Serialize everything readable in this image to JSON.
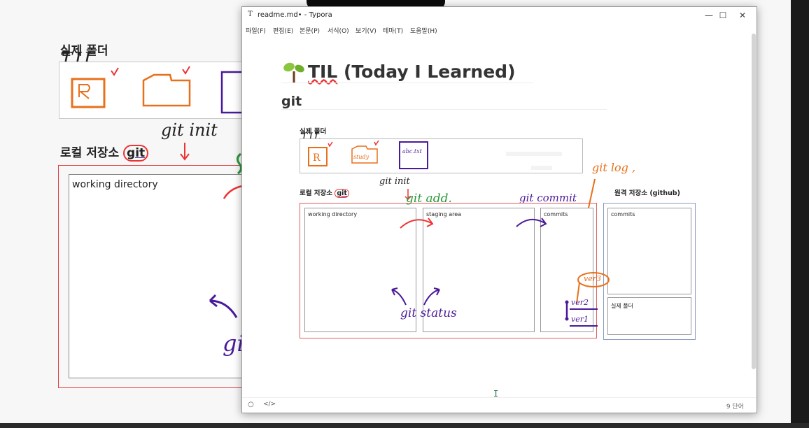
{
  "video_overlay": {
    "text": ""
  },
  "background_slide": {
    "folder_title": "실제 폴더",
    "til_scribble": "TIL",
    "local_repo_label": "로컬 저장소",
    "git_word": "git",
    "git_init_note": "git init",
    "working_directory": "working directory",
    "git_fragment": "git"
  },
  "window": {
    "icon_letter": "T",
    "title": "readme.md• - Typora",
    "controls": {
      "minimize": "—",
      "maximize": "☐",
      "close": "✕"
    }
  },
  "menu": [
    "파일(F)",
    "편집(E)",
    "본문(P)",
    "서식(O)",
    "보기(V)",
    "테마(T)",
    "도움말(H)"
  ],
  "document": {
    "title_prefix": "TIL",
    "title_rest": " (Today I Learned)",
    "heading2": "git"
  },
  "diagram": {
    "folder_title": "실제 폴더",
    "til_scribble": "TIL",
    "local_repo_label": "로컬 저장소",
    "git_word": "git",
    "remote_repo_label": "원격 저장소 (github)",
    "working_directory": "working directory",
    "staging_area": "staging area",
    "commits": "commits",
    "remote_commits": "commits",
    "remote_folder": "실제 폴더",
    "hw_git_init": "git init",
    "hw_git_add": "git add.",
    "hw_git_commit": "git commit",
    "hw_git_log": "git log ,",
    "hw_git_status": "git status",
    "hw_ver3": "ver3",
    "hw_ver2": "ver2",
    "hw_ver1": "ver1",
    "file_r_label": "R",
    "file_study_label": "study",
    "file_txt_label": "abc.txt"
  },
  "status": {
    "circle_icon": "○",
    "code_icon": "</>",
    "word_count": "9 단어"
  },
  "colors": {
    "accent_red": "#e33333",
    "hw_green": "#2a9a3a",
    "hw_purple": "#4a1a9a",
    "hw_orange": "#e8701a"
  }
}
